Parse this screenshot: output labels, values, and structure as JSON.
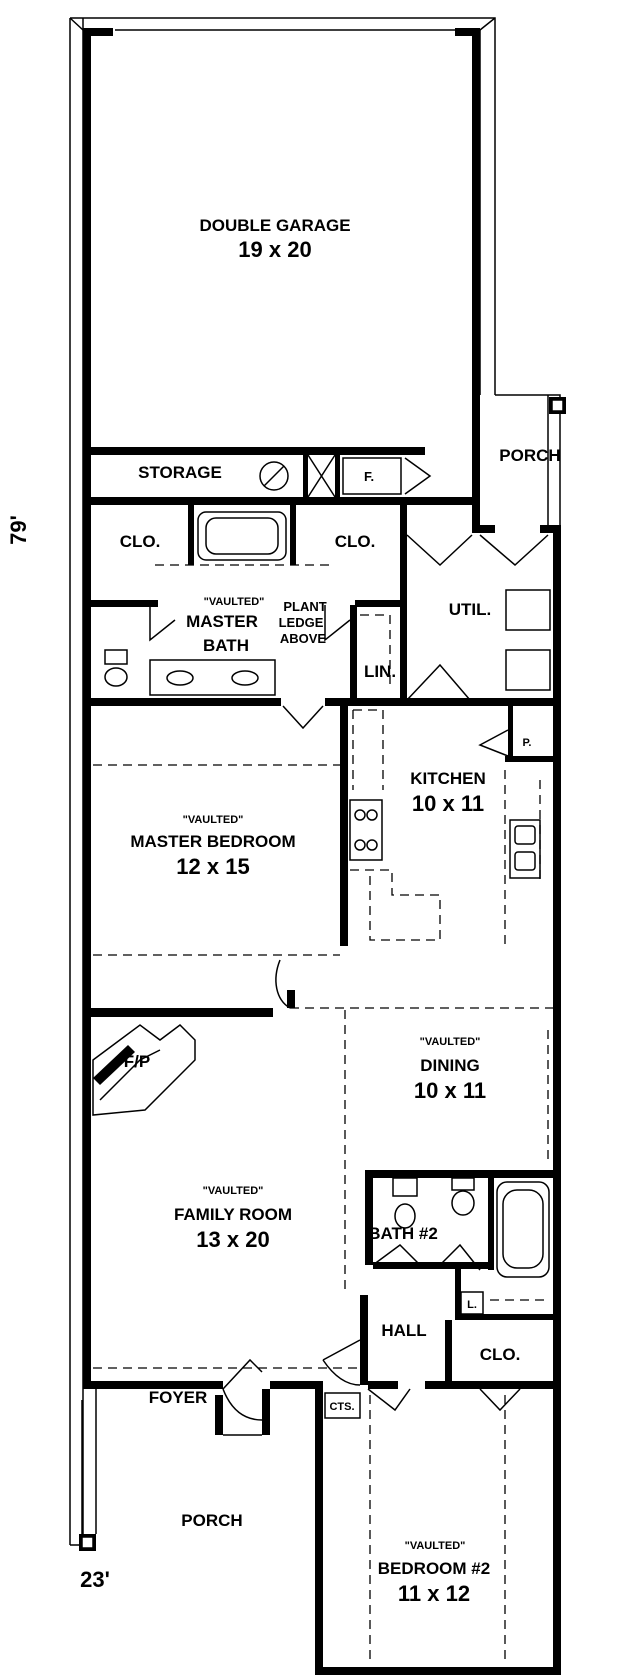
{
  "garage": {
    "name": "DOUBLE GARAGE",
    "size": "19 x 20"
  },
  "storage": {
    "name": "STORAGE"
  },
  "porch_rear": {
    "name": "PORCH"
  },
  "storage_closet": {
    "label": "F."
  },
  "closet_left": {
    "label": "CLO."
  },
  "closet_right": {
    "label": "CLO."
  },
  "utility": {
    "name": "UTIL."
  },
  "master_bath": {
    "note": "\"VAULTED\"",
    "name_line1": "MASTER",
    "name_line2": "BATH"
  },
  "plant_ledge": {
    "line1": "PLANT",
    "line2": "LEDGE",
    "line3": "ABOVE"
  },
  "linen": {
    "label": "LIN."
  },
  "pantry": {
    "label": "P."
  },
  "kitchen": {
    "name": "KITCHEN",
    "size": "10 x 11"
  },
  "master_bedroom": {
    "note": "\"VAULTED\"",
    "name": "MASTER BEDROOM",
    "size": "12 x 15"
  },
  "fireplace": {
    "label": "F/P"
  },
  "dining": {
    "note": "\"VAULTED\"",
    "name": "DINING",
    "size": "10 x 11"
  },
  "family_room": {
    "note": "\"VAULTED\"",
    "name": "FAMILY ROOM",
    "size": "13 x 20"
  },
  "bath2": {
    "name": "BATH #2"
  },
  "linen_small": {
    "label": "L."
  },
  "hall": {
    "name": "HALL"
  },
  "closet_bed2": {
    "label": "CLO."
  },
  "foyer": {
    "name": "FOYER"
  },
  "coats": {
    "label": "CTS."
  },
  "porch_front": {
    "name": "PORCH"
  },
  "bedroom2": {
    "note": "\"VAULTED\"",
    "name": "BEDROOM #2",
    "size": "11 x 12"
  },
  "dimensions": {
    "depth": "79'",
    "width": "23'"
  }
}
